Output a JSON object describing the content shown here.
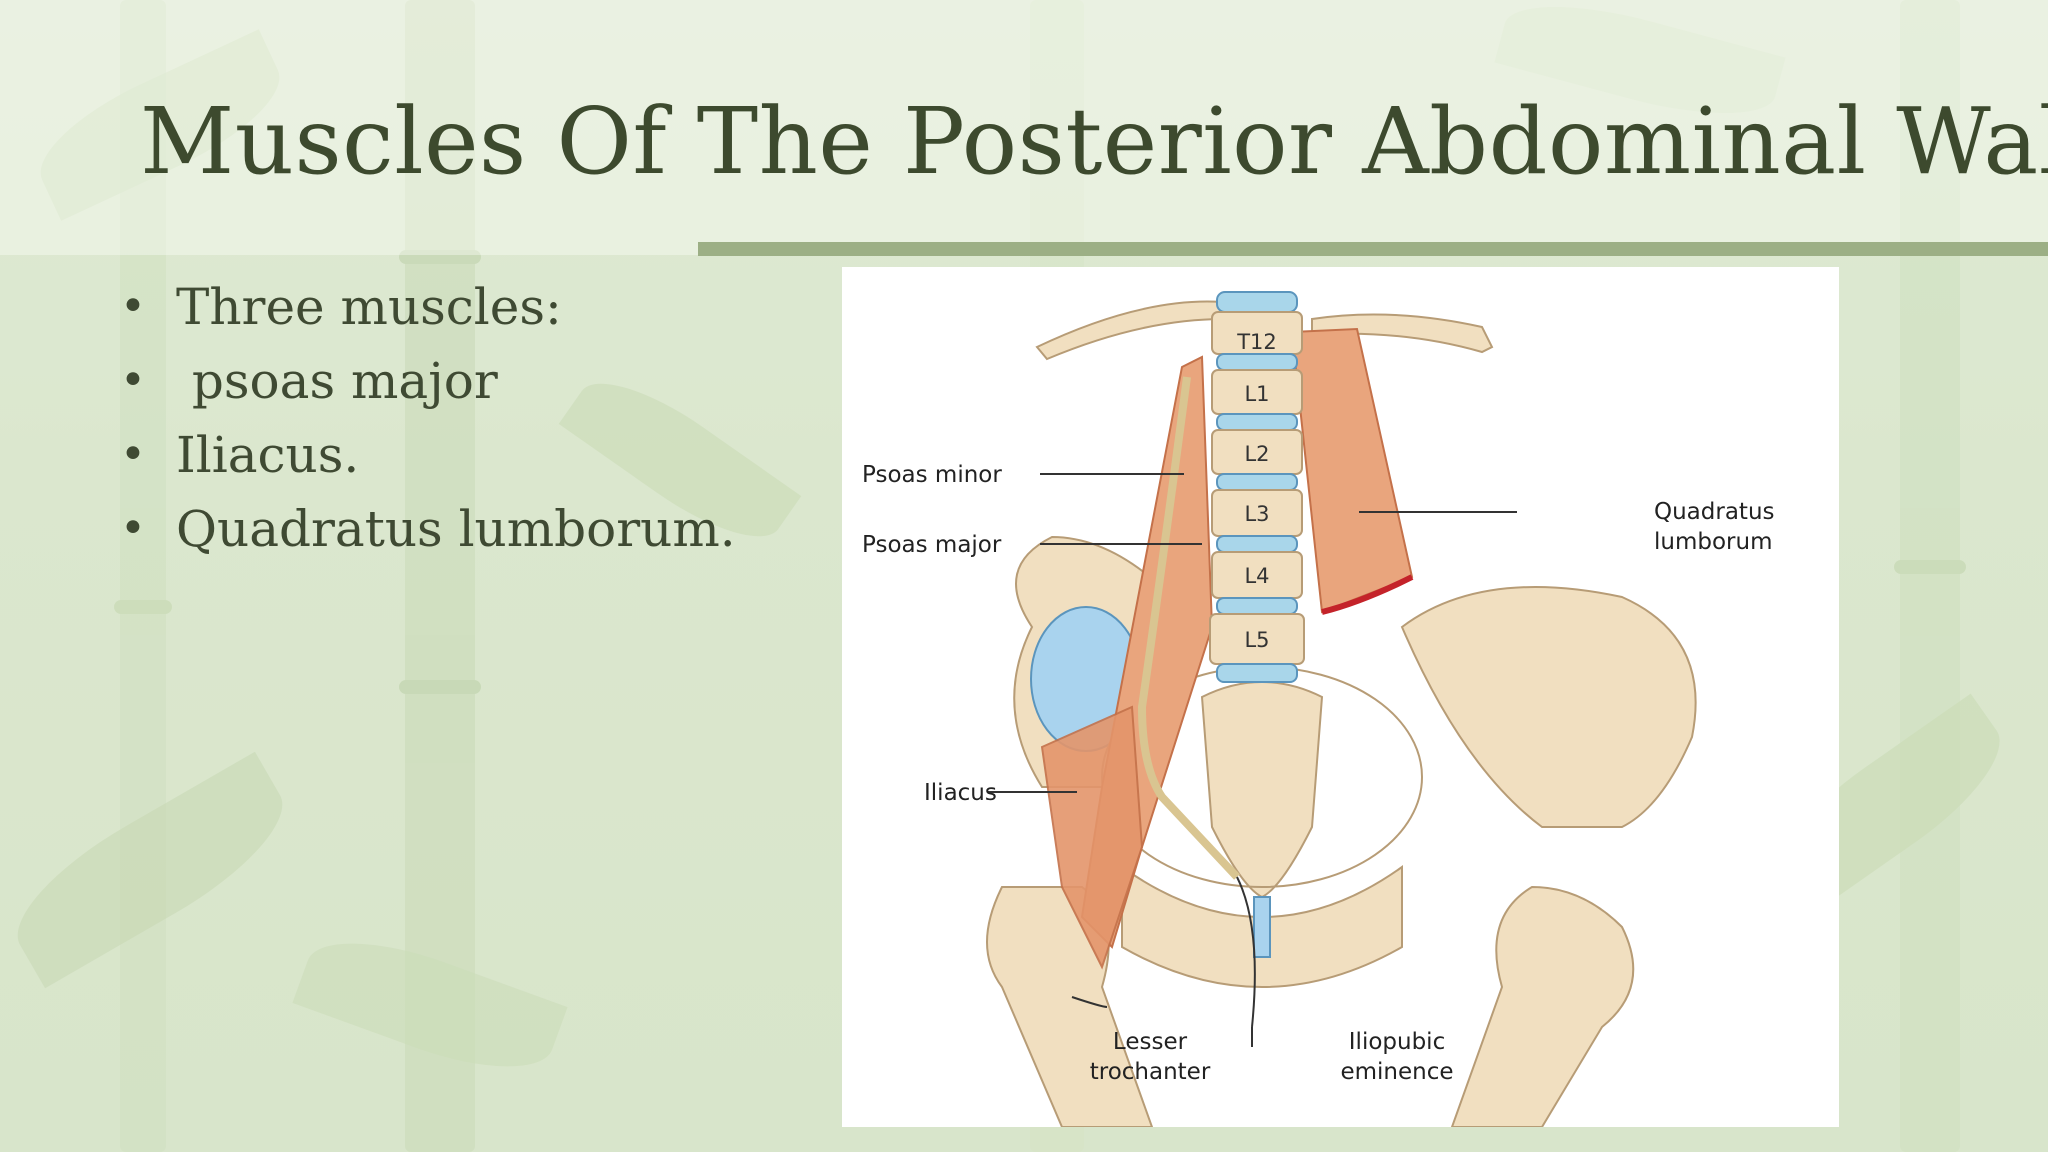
{
  "slide": {
    "title": "Muscles Of The Posterior Abdominal Wall",
    "bullets": [
      "Three muscles:",
      " psoas major",
      "Iliacus.",
      "Quadratus lumborum."
    ]
  },
  "figure": {
    "vertebrae": [
      "T12",
      "L1",
      "L2",
      "L3",
      "L4",
      "L5"
    ],
    "labels": {
      "psoas_minor": "Psoas minor",
      "psoas_major": "Psoas major",
      "iliacus": "Iliacus",
      "quadratus_line1": "Quadratus",
      "quadratus_line2": "lumborum",
      "lesser_line1": "Lesser",
      "lesser_line2": "trochanter",
      "iliopubic_line1": "Iliopubic",
      "iliopubic_line2": "eminence"
    }
  },
  "colors": {
    "title": "#3d4a2e",
    "text": "#3f4a33",
    "rule": "#9caf85",
    "background": "#dde8d1",
    "bone": "#f1dfc0",
    "muscle": "#e9a57d",
    "disc": "#a9d6ea"
  }
}
